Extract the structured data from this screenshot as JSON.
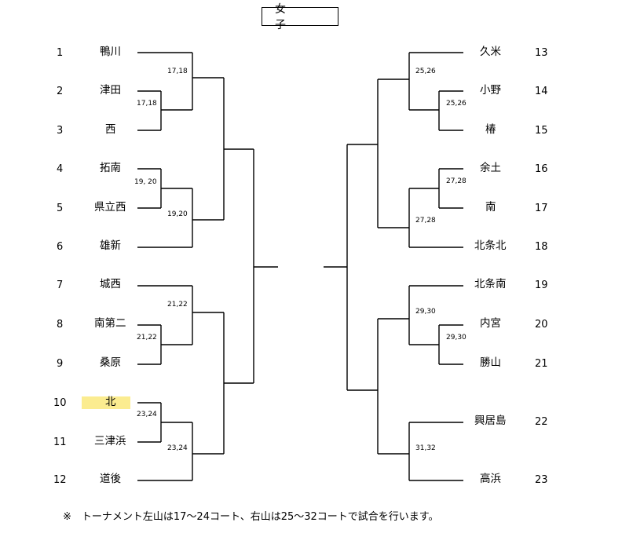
{
  "title": "女 子",
  "left_teams": [
    {
      "seed": "1",
      "name": "鴨川"
    },
    {
      "seed": "2",
      "name": "津田"
    },
    {
      "seed": "3",
      "name": "西"
    },
    {
      "seed": "4",
      "name": "拓南"
    },
    {
      "seed": "5",
      "name": "県立西"
    },
    {
      "seed": "6",
      "name": "雄新"
    },
    {
      "seed": "7",
      "name": "城西"
    },
    {
      "seed": "8",
      "name": "南第二"
    },
    {
      "seed": "9",
      "name": "桑原"
    },
    {
      "seed": "10",
      "name": "北",
      "highlighted": true
    },
    {
      "seed": "11",
      "name": "三津浜"
    },
    {
      "seed": "12",
      "name": "道後"
    }
  ],
  "right_teams": [
    {
      "seed": "13",
      "name": "久米"
    },
    {
      "seed": "14",
      "name": "小野"
    },
    {
      "seed": "15",
      "name": "椿"
    },
    {
      "seed": "16",
      "name": "余土"
    },
    {
      "seed": "17",
      "name": "南"
    },
    {
      "seed": "18",
      "name": "北条北"
    },
    {
      "seed": "19",
      "name": "北条南"
    },
    {
      "seed": "20",
      "name": "内宮"
    },
    {
      "seed": "21",
      "name": "勝山"
    },
    {
      "seed": "22",
      "name": "興居島"
    },
    {
      "seed": "23",
      "name": "高浜"
    }
  ],
  "court_labels": {
    "left_m1": "17,18",
    "left_m2": "17,18",
    "left_m3": "19, 20",
    "left_m4": "19,20",
    "left_m5": "21,22",
    "left_m6": "21,22",
    "left_m7": "23,24",
    "left_m8": "23,24",
    "right_m1": "25,26",
    "right_m2": "25,26",
    "right_m3": "27,28",
    "right_m4": "27,28",
    "right_m5": "29,30",
    "right_m6": "29,30",
    "right_m7": "31,32"
  },
  "highlight_color": "#fbec90",
  "note": "※　トーナメント左山は17～24コート、右山は25～32コートで試合を行います。"
}
